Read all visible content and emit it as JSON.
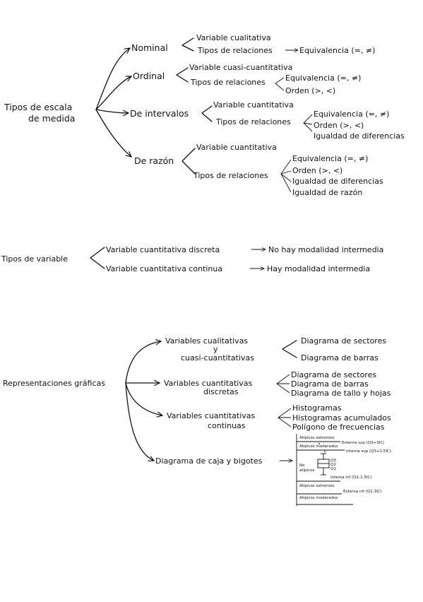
{
  "scales": {
    "root": [
      "Tipos de escala",
      "de medida"
    ],
    "nominal": {
      "label": "Nominal",
      "items": [
        "Variable cualitativa",
        "Tipos de relaciones"
      ],
      "relations": [
        "Equivalencia (=, ≠)"
      ]
    },
    "ordinal": {
      "label": "Ordinal",
      "items": [
        "Variable cuasi-cuantitativa",
        "Tipos de relaciones"
      ],
      "relations": [
        "Equivalencia (=, ≠)",
        "Orden (>, <)"
      ]
    },
    "intervalos": {
      "label": "De intervalos",
      "items": [
        "Variable cuantitativa",
        "Tipos de relaciones"
      ],
      "relations": [
        "Equivalencia (=, ≠)",
        "Orden (>, <)",
        "Igualdad de diferencias"
      ]
    },
    "razon": {
      "label": "De razón",
      "items": [
        "Variable cuantitativa",
        "Tipos de relaciones"
      ],
      "relations": [
        "Equivalencia (=, ≠)",
        "Orden (>, <)",
        "Igualdad de diferencias",
        "Igualdad de razón"
      ]
    }
  },
  "variables": {
    "root": "Tipos de variable",
    "discreta": {
      "label": "Variable cuantitativa discreta",
      "result": "No hay modalidad intermedia"
    },
    "continua": {
      "label": "Variable cuantitativa continua",
      "result": "Hay modalidad intermedia"
    }
  },
  "graphs": {
    "root": "Representaciones gráficas",
    "cualitativas": {
      "label": [
        "Variables cualitativas",
        "y",
        "cuasi-cuantitativas"
      ],
      "items": [
        "Diagrama de sectores",
        "Diagrama de barras"
      ]
    },
    "discretas": {
      "label": [
        "Variables cuantitativas",
        "discretas"
      ],
      "items": [
        "Diagrama de sectores",
        "Diagrama de barras",
        "Diagrama de tallo y hojas"
      ]
    },
    "continuas": {
      "label": [
        "Variables cuantitativas",
        "continuas"
      ],
      "items": [
        "Histogramas",
        "Histogramas acumulados",
        "Polígono de frecuencias"
      ]
    },
    "caja": {
      "label": "Diagrama de caja y bigotes",
      "left": [
        "Atípicos extremos",
        "Atípicos moderados",
        "No",
        "atípicos",
        "Atípicos extremos",
        "Atípicos moderados"
      ],
      "right": [
        "Externa sup (Q3+3IC)",
        "Interna sup (Q3+1.5IC)",
        "Interna inf (Q1-1.5IC)",
        "Externa inf (Q1-3IC)"
      ],
      "quartiles": [
        "Q3",
        "Q2",
        "Q1"
      ]
    }
  }
}
